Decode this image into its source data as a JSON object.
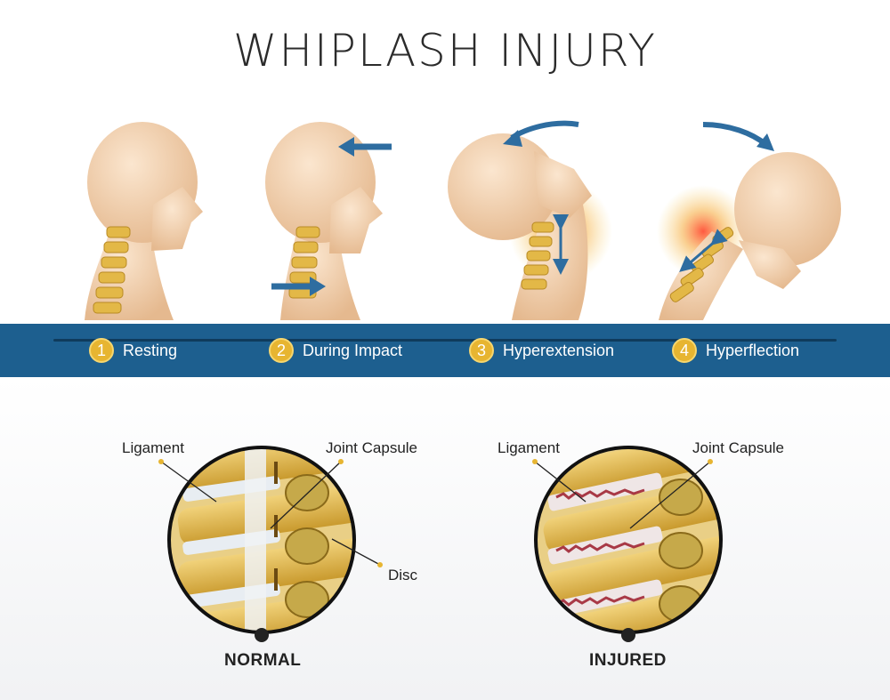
{
  "title": "WHIPLASH INJURY",
  "steps": [
    {
      "number": "1",
      "label": "Resting"
    },
    {
      "number": "2",
      "label": "During Impact"
    },
    {
      "number": "3",
      "label": "Hyperextension"
    },
    {
      "number": "4",
      "label": "Hyperflection"
    }
  ],
  "panels": {
    "normal": {
      "caption": "NORMAL",
      "ligament": "Ligament",
      "joint_capsule": "Joint Capsule",
      "disc": "Disc"
    },
    "injured": {
      "caption": "INJURED",
      "ligament": "Ligament",
      "joint_capsule": "Joint Capsule"
    }
  },
  "colors": {
    "band": "#1d5f8f",
    "step_circle": "#e7b531",
    "skin": "#f2d4b3",
    "bone": "#e3b847",
    "arrow": "#2e6da0",
    "injury_glow": "#f2a33a"
  }
}
